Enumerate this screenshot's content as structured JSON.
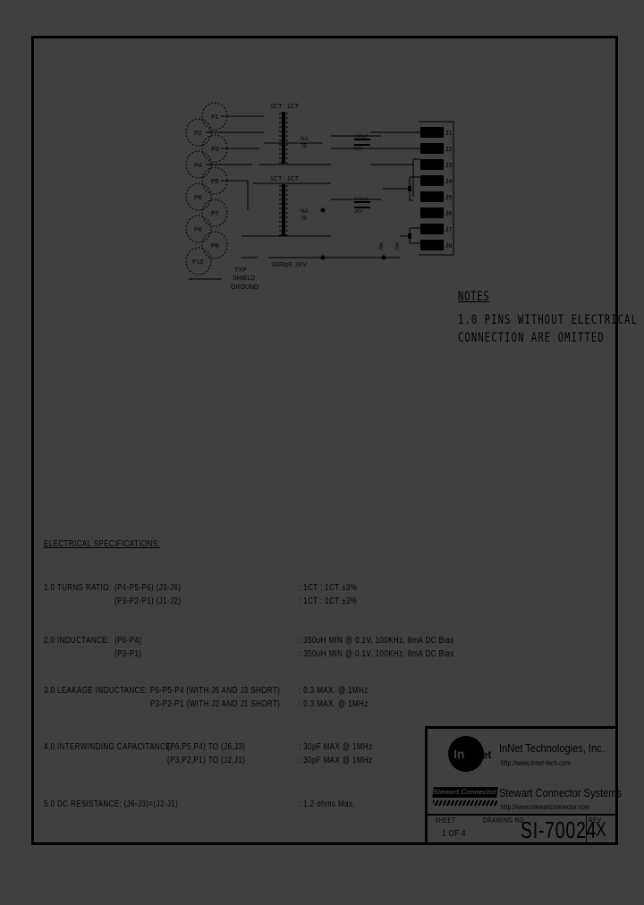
{
  "schematic": {
    "left_pins": [
      "P1",
      "P2",
      "P3",
      "P4",
      "P5",
      "P6",
      "P7",
      "P8",
      "P9",
      "P10"
    ],
    "transformer_top_ratio": "1CT : 1CT",
    "transformer_bottom_ratio": "1CT : 1CT",
    "choke_top_label": [
      "NA",
      "75"
    ],
    "choke_bottom_label": [
      "NA",
      "75"
    ],
    "cap_label_top": [
      "0.01uF",
      "2KV"
    ],
    "cap_label_bottom": [
      "0.01uF",
      "2KV"
    ],
    "resistor_labels": [
      "75R",
      "75R"
    ],
    "bottom_cap_label": "1000pF, 2KV",
    "shield_label": [
      "TYP",
      "SHIELD",
      "GROUND"
    ],
    "jack_pins": [
      "J1",
      "J2",
      "J3",
      "J4",
      "J5",
      "J6",
      "J7",
      "J8"
    ]
  },
  "notes": {
    "title": "NOTES",
    "line1": "1.0 PINS WITHOUT ELECTRICAL",
    "line2": "CONNECTION ARE OMITTED"
  },
  "specs": {
    "title": "ELECTRICAL SPECIFICATIONS:",
    "items": [
      {
        "num": "1.0",
        "label": "TURNS RATIO:",
        "rows": [
          {
            "pins": "(P4-P5-P6)  (J3-J6)",
            "value": ": 1CT : 1CT ±3%"
          },
          {
            "pins": "(P3-P2-P1)  (J1-J2)",
            "value": ": 1CT : 1CT ±3%"
          }
        ]
      },
      {
        "num": "2.0",
        "label": "INDUCTANCE:",
        "rows": [
          {
            "pins": "(P6-P4)",
            "value": ": 350uH MIN @ 0.1V, 100KHz, 8mA DC Bias"
          },
          {
            "pins": "(P3-P1)",
            "value": ": 350uH MIN @ 0.1V, 100KHz, 8mA DC Bias"
          }
        ]
      },
      {
        "num": "3.0",
        "label": "LEAKAGE INDUCTANCE:",
        "rows": [
          {
            "pins": "P6-P5-P4 (WITH J6 AND J3 SHORT)",
            "value": ": 0.3 MAX. @ 1MHz"
          },
          {
            "pins": "P3-P2-P1 (WITH J2 AND J1 SHORT)",
            "value": ": 0.3 MAX. @ 1MHz"
          }
        ]
      },
      {
        "num": "4.0",
        "label": "INTERWINDING CAPACITANCE:",
        "rows": [
          {
            "pins": "(P6,P5,P4) TO (J6,J3)",
            "value": ": 30pF MAX @ 1MHz"
          },
          {
            "pins": "(P3,P2,P1) TO (J2,J1)",
            "value": ": 30pF MAX @ 1MHz"
          }
        ]
      },
      {
        "num": "5.0",
        "label": "DC RESISTANCE:",
        "rows": [
          {
            "pins": "(J6-J3)=(J2-J1)",
            "value": ": 1.2 ohms Max."
          }
        ]
      }
    ]
  },
  "title_block": {
    "logo_text_a": "In",
    "logo_text_b": "Net",
    "company1": "InNet Technologies, Inc.",
    "url1": "http://www.innet-tech.com",
    "stewart_logo": "Stewart Connector",
    "company2": "Stewart Connector Systems",
    "url2": "http://www.stewartconnector.com",
    "sheet_label": "SHEET",
    "sheet_value": "1 OF 4",
    "drawing_label": "DRAWING NO.",
    "drawing_no": "SI-70024",
    "rev_label": "REV",
    "rev_value": "X"
  }
}
